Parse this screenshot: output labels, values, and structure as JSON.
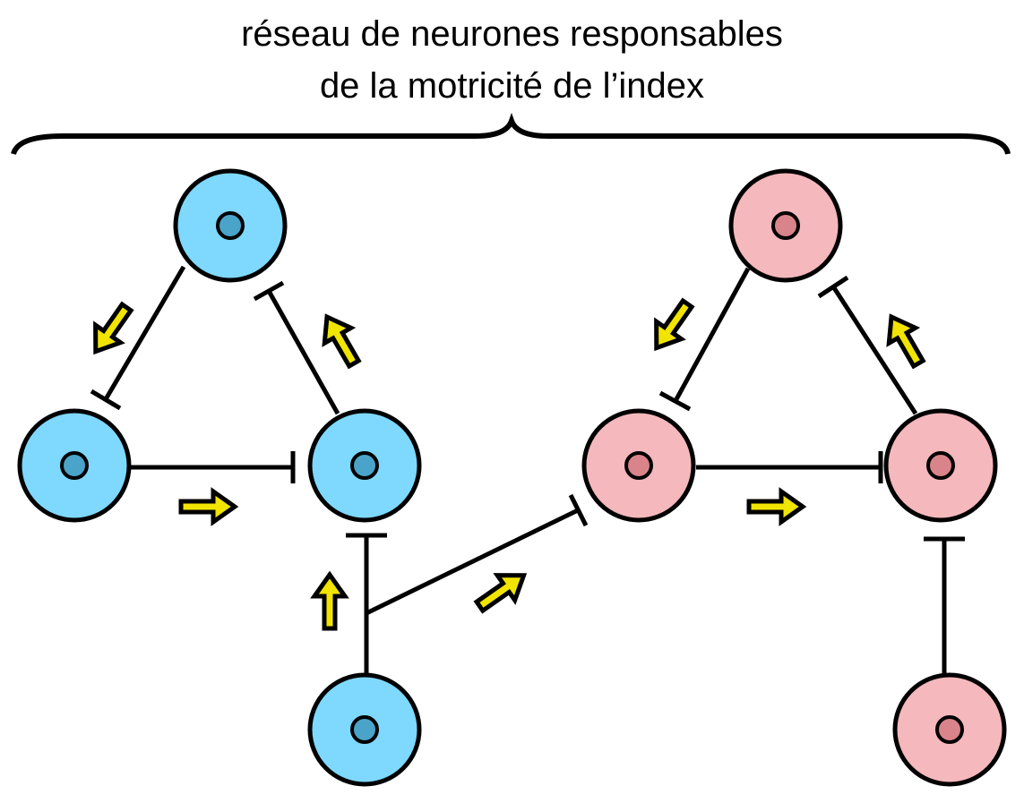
{
  "title": {
    "line1": "réseau de neurones responsables",
    "line2": "de la motricité de l’index"
  },
  "colors": {
    "blue_fill": "#7fd8fd",
    "blue_nucleus": "#4aa3c9",
    "pink_fill": "#f4b8bd",
    "pink_nucleus": "#d9848a",
    "arrow_fill": "#f0e400",
    "stroke": "#000000"
  },
  "networks": [
    {
      "name": "blue-network",
      "neurons": [
        "top",
        "left",
        "right",
        "bottom"
      ]
    },
    {
      "name": "pink-network",
      "neurons": [
        "top",
        "left",
        "right",
        "bottom"
      ]
    }
  ]
}
